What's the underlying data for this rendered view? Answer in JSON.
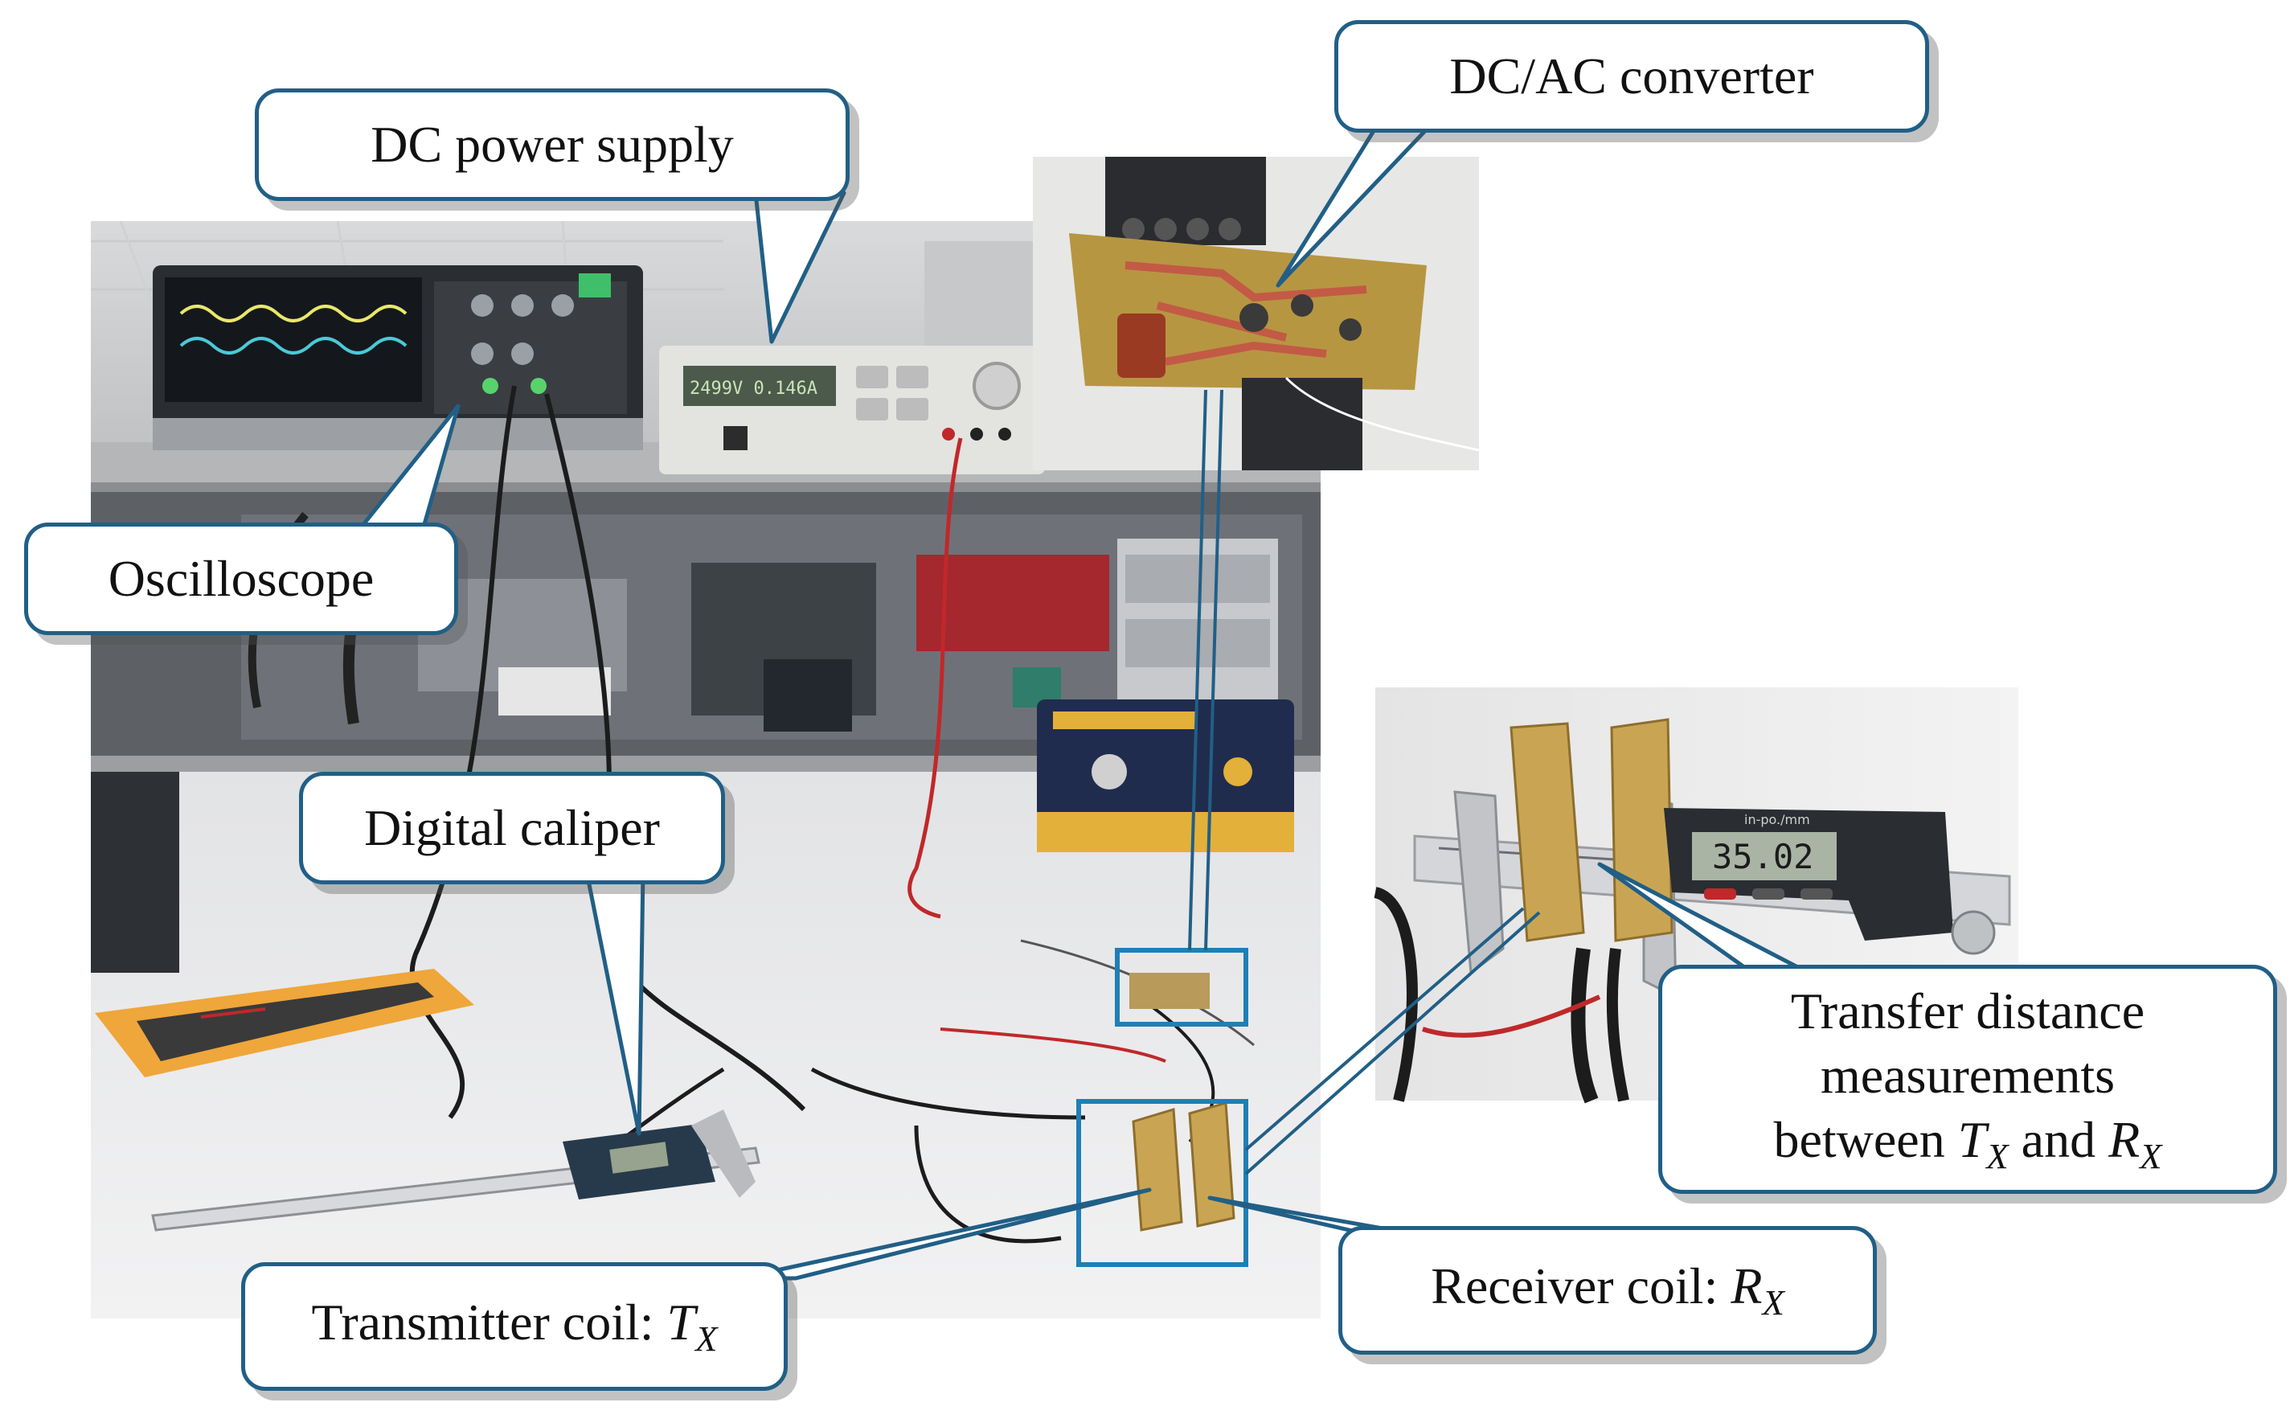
{
  "labels": {
    "dc_power_supply": "DC power supply",
    "dc_ac_converter": "DC/AC converter",
    "oscilloscope": "Oscilloscope",
    "digital_caliper": "Digital caliper",
    "transfer_line1": "Transfer distance",
    "transfer_line2": "measurements",
    "transfer_line3_prefix": "between ",
    "transfer_line3_mid": " and ",
    "transmitter_prefix": "Transmitter coil: ",
    "receiver_prefix": "Receiver coil: ",
    "tx_main": "T",
    "rx_main": "R",
    "sub_x": "X"
  },
  "instruments": {
    "power_supply_readout": "2499V 0.146A",
    "caliper_inset_readout": "35.02",
    "caliper_inset_brand": "in-po./mm"
  },
  "colors": {
    "callout_border": "#215f86",
    "highlight_box": "#1f7fb5",
    "caliper_cable": "#c0282a"
  }
}
